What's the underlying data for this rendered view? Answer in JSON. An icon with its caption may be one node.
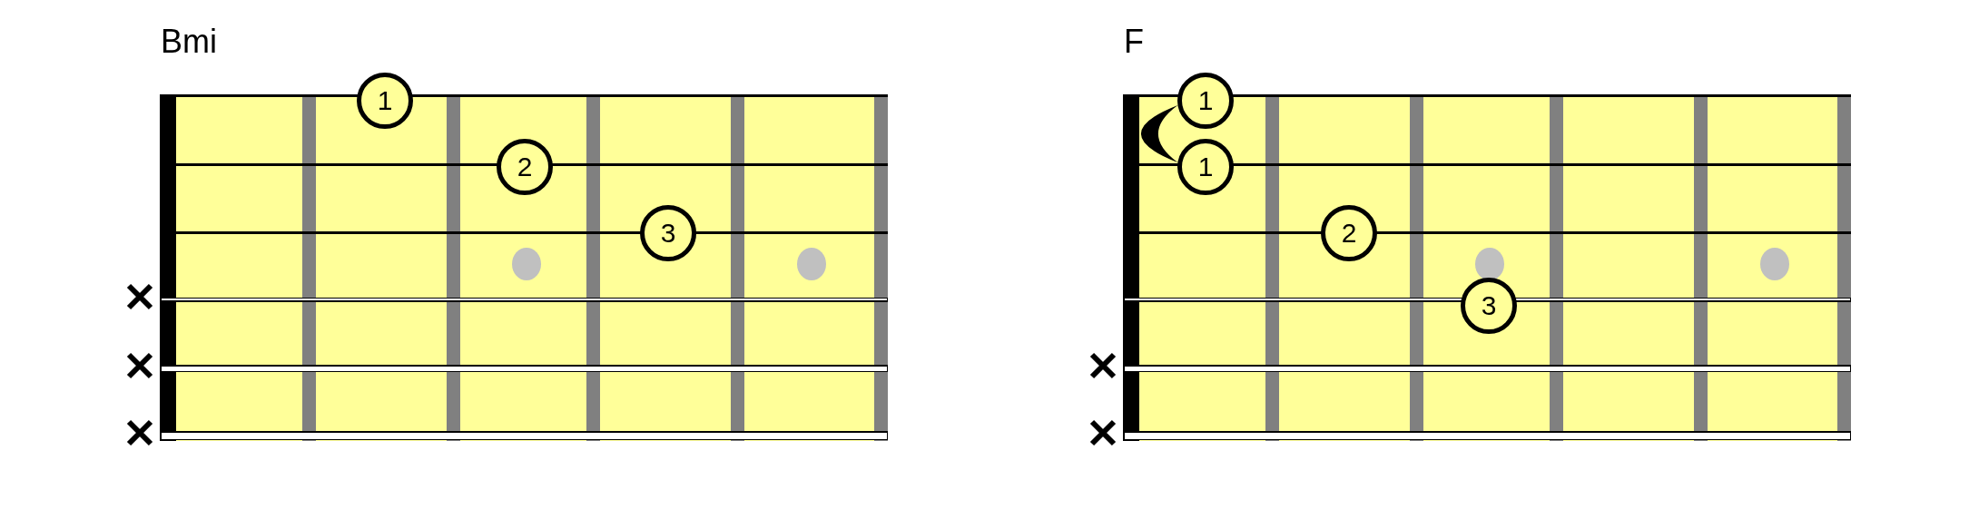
{
  "diagram": {
    "nodes": [
      {
        "text": [
          "Bmi"
        ]
      },
      {
        "text": [
          "1"
        ],
        "in": 0
      },
      {
        "text": [
          "2"
        ],
        "in": 0
      },
      {
        "text": [
          "3"
        ],
        "in": 0
      },
      {
        "text": [
          "F"
        ]
      },
      {
        "text": [
          "1"
        ],
        "in": 4
      },
      {
        "text": [
          "1"
        ],
        "in": 4
      },
      {
        "text": [
          "2"
        ],
        "in": 4
      },
      {
        "text": [
          "3"
        ],
        "in": 4
      }
    ],
    "edges": [
      {
        "from": 5,
        "to": 6,
        "arrow": "none"
      }
    ]
  }
}
